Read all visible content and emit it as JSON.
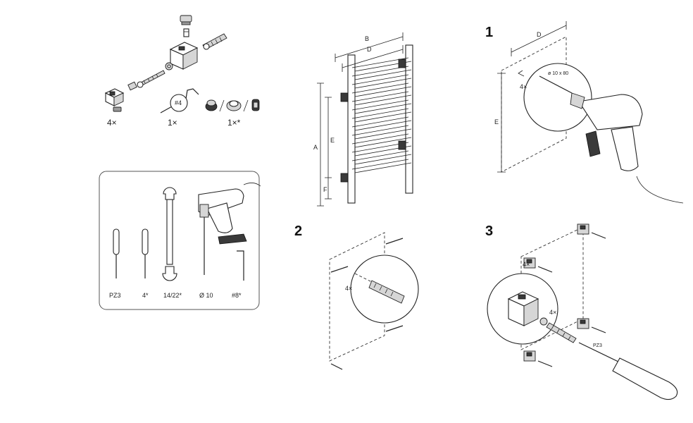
{
  "parts": {
    "bracket_count": "4×",
    "hex_key_count": "1×",
    "hex_key_badge": "#4",
    "caps_count": "1×*"
  },
  "tools": {
    "screwdriver_pz": "PZ3",
    "screwdriver_small": "4*",
    "wrench": "14/22*",
    "drill": "Ø 10",
    "hex_key": "#8*"
  },
  "radiator": {
    "dim_a": "A",
    "dim_b": "B",
    "dim_d": "D",
    "dim_e": "E",
    "dim_f": "F"
  },
  "steps": {
    "step1": {
      "number": "1",
      "dim_d": "D",
      "dim_e": "E",
      "count": "4×",
      "drill_spec": "ø 10 x 80"
    },
    "step2": {
      "number": "2",
      "count": "4×"
    },
    "step3": {
      "number": "3",
      "count_left": "4×",
      "count_right": "4×",
      "tool": "PZ3"
    }
  }
}
